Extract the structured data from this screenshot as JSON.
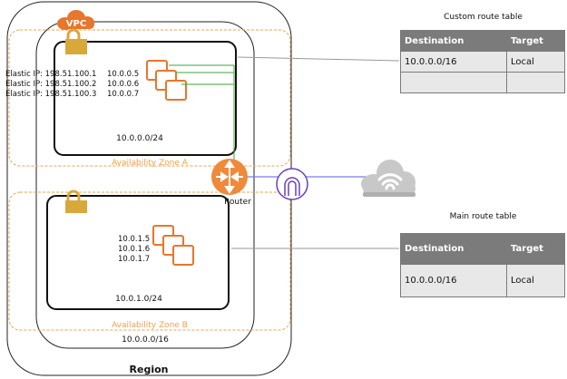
{
  "region": {
    "label": "Region"
  },
  "vpc": {
    "badge": "VPC",
    "cidr": "10.0.0.0/16"
  },
  "availability_zones": [
    {
      "label": "Availability Zone A"
    },
    {
      "label": "Availability Zone B"
    }
  ],
  "subnets": [
    {
      "cidr": "10.0.0.0/24",
      "instances": [
        {
          "elastic_ip": "Elastic IP: 198.51.100.1",
          "private_ip": "10.0.0.5"
        },
        {
          "elastic_ip": "Elastic IP: 198.51.100.2",
          "private_ip": "10.0.0.6"
        },
        {
          "elastic_ip": "Elastic IP: 198.51.100.3",
          "private_ip": "10.0.0.7"
        }
      ]
    },
    {
      "cidr": "10.0.1.0/24",
      "instances": [
        {
          "private_ip": "10.0.1.5"
        },
        {
          "private_ip": "10.0.1.6"
        },
        {
          "private_ip": "10.0.1.7"
        }
      ]
    }
  ],
  "router": {
    "label": "Router"
  },
  "icons": {
    "vpc": "vpc-cloud-icon",
    "lock": "lock-icon",
    "instance": "instance-icon",
    "router": "router-icon",
    "gateway": "internet-gateway-icon",
    "internet": "internet-cloud-icon"
  },
  "route_tables": [
    {
      "title": "Custom route table",
      "headers": [
        "Destination",
        "Target"
      ],
      "rows": [
        [
          "10.0.0.0/16",
          "Local"
        ],
        [
          "",
          ""
        ]
      ]
    },
    {
      "title": "Main route table",
      "headers": [
        "Destination",
        "Target"
      ],
      "rows": [
        [
          "10.0.0.0/16",
          "Local"
        ]
      ]
    }
  ],
  "colors": {
    "orange": "#e8762b",
    "az_dash": "#f5a04c",
    "lock": "#d9a83a",
    "route_green": "#3aaa35",
    "igw_purple": "#6a3fb5",
    "igw_line": "#7a7aee",
    "cloud_gray": "#c8c8c8",
    "table_header": "#7b7b7b",
    "table_cell": "#e8e8e8"
  }
}
